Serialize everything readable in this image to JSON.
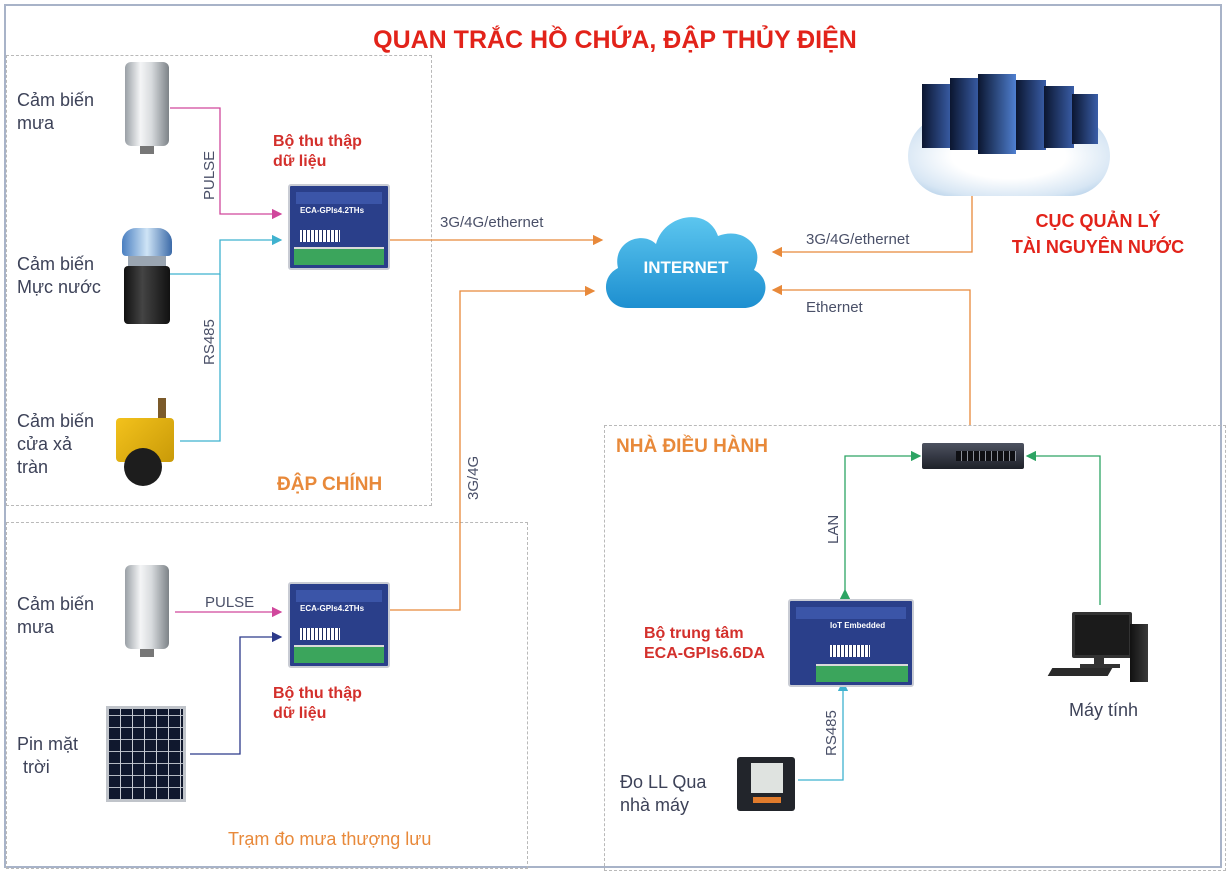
{
  "title": "QUAN TRẮC HỒ CHỨA, ĐẬP THỦY ĐIỆN",
  "zones": {
    "dap_chinh": "ĐẬP CHÍNH",
    "tram_do_mua": "Trạm đo mưa thượng lưu",
    "nha_dieu_hanh": "NHÀ ĐIỀU HÀNH"
  },
  "sensors": {
    "rain1": [
      "Cảm biến",
      "mưa"
    ],
    "level": [
      "Cảm biến",
      "Mực nước"
    ],
    "gate": [
      "Cảm biến",
      "cửa xả",
      "tràn"
    ],
    "rain2": [
      "Cảm biến",
      "mưa"
    ],
    "solar": [
      "Pin mặt",
      "trời"
    ],
    "meter": [
      "Đo LL Qua",
      "nhà máy"
    ]
  },
  "collector1": [
    "Bộ thu thập",
    "dữ liệu"
  ],
  "collector2": [
    "Bộ thu thập",
    "dữ liệu"
  ],
  "center": [
    "Bộ trung tâm",
    "ECA-GPIs6.6DA"
  ],
  "computer": "Máy tính",
  "internet": "INTERNET",
  "cuc": [
    "CỤC QUẢN LÝ",
    "TÀI NGUYÊN NƯỚC"
  ],
  "wires": {
    "pulse1": "PULSE",
    "rs485_1": "RS485",
    "g1": "3G/4G/ethernet",
    "g2": "3G/4G",
    "pulse2": "PULSE",
    "cuc_link": "3G/4G/ethernet",
    "ethernet": "Ethernet",
    "lan": "LAN",
    "rs485_2": "RS485"
  },
  "device_labels": {
    "d1": "ECA-GPIs4.2THs",
    "d2": "ECA-GPIs4.2THs",
    "d3": "IoT Embedded"
  },
  "colors": {
    "pulse": "#d0479c",
    "rs485": "#3fb2cf",
    "wan": "#e8893a",
    "lan": "#2da463",
    "solar": "#2c3a8a"
  }
}
